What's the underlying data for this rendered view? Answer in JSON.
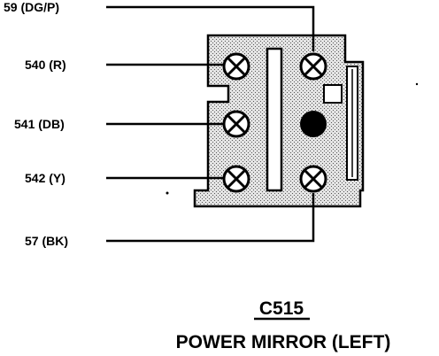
{
  "connector": {
    "id": "C515",
    "name": "POWER MIRROR (LEFT)"
  },
  "wires": [
    {
      "circuit": "59 (DG/P)"
    },
    {
      "circuit": "540 (R)"
    },
    {
      "circuit": "541 (DB)"
    },
    {
      "circuit": "542 (Y)"
    },
    {
      "circuit": "57 (BK)"
    }
  ],
  "colors": {
    "ink": "#000000",
    "housing_fill": "#d9d9d9",
    "background": "#ffffff"
  }
}
